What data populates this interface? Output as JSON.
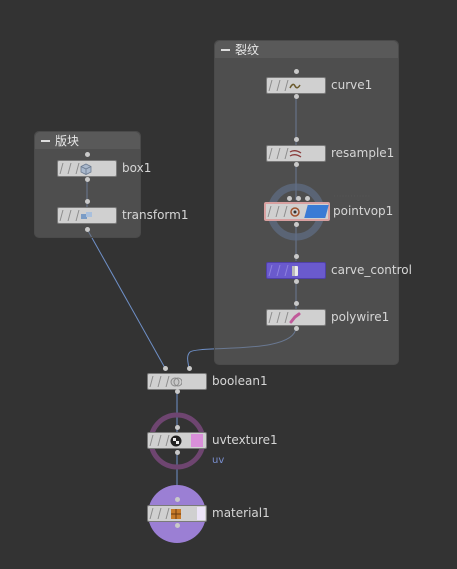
{
  "groups": {
    "crack": {
      "title": "裂纹"
    },
    "slab": {
      "title": "版块"
    }
  },
  "nodes": {
    "curve1": "curve1",
    "resample1": "resample1",
    "pointvop1": "pointvop1",
    "carve_control": "carve_control",
    "polywire1": "polywire1",
    "box1": "box1",
    "transform1": "transform1",
    "boolean1": "boolean1",
    "uvtexture1": "uvtexture1",
    "uvtexture_attr": "uv",
    "material1": "material1"
  },
  "colors": {
    "background": "#333333",
    "wire": "#6f90c8",
    "carve_control_node": "#6a5acd",
    "pointvop_ring": "#5a7ab0",
    "uvtexture_ring": "#7a4a7a",
    "material_ring": "#9b7fd4"
  },
  "icons": {
    "curve1": "curve-icon",
    "resample1": "resample-icon",
    "pointvop1": "vop-icon",
    "carve_control": "carve-icon",
    "polywire1": "polywire-icon",
    "box1": "box-icon",
    "transform1": "transform-icon",
    "boolean1": "boolean-icon",
    "uvtexture1": "checker-icon",
    "material1": "material-icon"
  }
}
